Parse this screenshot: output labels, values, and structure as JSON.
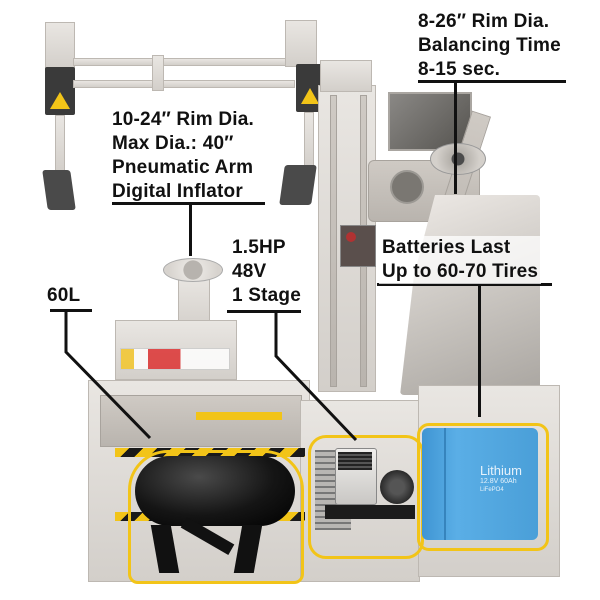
{
  "callouts": {
    "balancer": {
      "lines": [
        "8-26″ Rim Dia.",
        "Balancing Time",
        "8-15 sec."
      ]
    },
    "changer": {
      "lines": [
        "10-24″ Rim Dia.",
        "Max Dia.: 40″",
        "Pneumatic Arm",
        "Digital Inflator"
      ]
    },
    "compressor": {
      "lines": [
        "1.5HP",
        "48V",
        "1 Stage"
      ]
    },
    "batteries": {
      "lines": [
        "Batteries Last",
        "Up to 60-70 Tires"
      ]
    },
    "tank": {
      "lines": [
        "60L"
      ]
    }
  },
  "components": {
    "battery_label": {
      "brand": "Lithium",
      "spec": "12.8V 60Ah",
      "chem": "LiFePO4"
    }
  },
  "colors": {
    "highlight": "#f2c418",
    "battery": "#4a9fd8",
    "tank": "#151515",
    "text": "#111111",
    "metal": "#dcd8d3"
  }
}
